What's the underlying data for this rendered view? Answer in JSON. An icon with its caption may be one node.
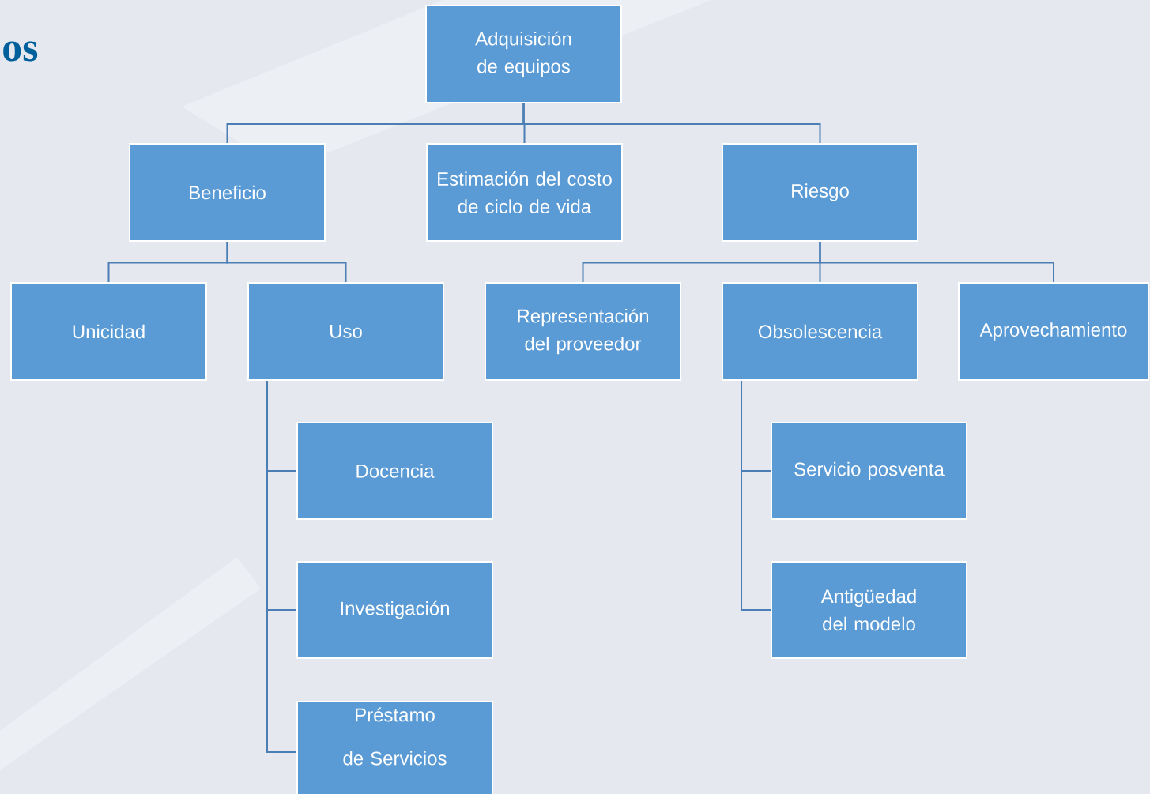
{
  "diagram": {
    "title": "os",
    "nodes": [
      {
        "text": [
          "Adquisición de equipos"
        ]
      },
      {
        "text": [
          "Beneficio"
        ]
      },
      {
        "text": [
          "Estimación del costo de ciclo de vida"
        ]
      },
      {
        "text": [
          "Riesgo"
        ]
      },
      {
        "text": [
          "Unicidad"
        ]
      },
      {
        "text": [
          "Uso"
        ]
      },
      {
        "text": [
          "Representación del proveedor"
        ]
      },
      {
        "text": [
          "Obsolescencia"
        ]
      },
      {
        "text": [
          "Aprovechamiento"
        ]
      },
      {
        "text": [
          "Docencia"
        ]
      },
      {
        "text": [
          "Investigación"
        ]
      },
      {
        "text": [
          "Préstamo de Servicios"
        ]
      },
      {
        "text": [
          "Servicio posventa"
        ]
      },
      {
        "text": [
          "Antigüedad del modelo"
        ]
      }
    ],
    "edges": [
      {
        "from": 0,
        "to": 1,
        "arrow": "none"
      },
      {
        "from": 0,
        "to": 2,
        "arrow": "none"
      },
      {
        "from": 0,
        "to": 3,
        "arrow": "none"
      },
      {
        "from": 1,
        "to": 4,
        "arrow": "none"
      },
      {
        "from": 1,
        "to": 5,
        "arrow": "none"
      },
      {
        "from": 3,
        "to": 6,
        "arrow": "none"
      },
      {
        "from": 3,
        "to": 7,
        "arrow": "none"
      },
      {
        "from": 3,
        "to": 8,
        "arrow": "none"
      },
      {
        "from": 5,
        "to": 9,
        "arrow": "none"
      },
      {
        "from": 5,
        "to": 10,
        "arrow": "none"
      },
      {
        "from": 5,
        "to": 11,
        "arrow": "none"
      },
      {
        "from": 7,
        "to": 12,
        "arrow": "none"
      },
      {
        "from": 7,
        "to": 13,
        "arrow": "none"
      }
    ]
  }
}
